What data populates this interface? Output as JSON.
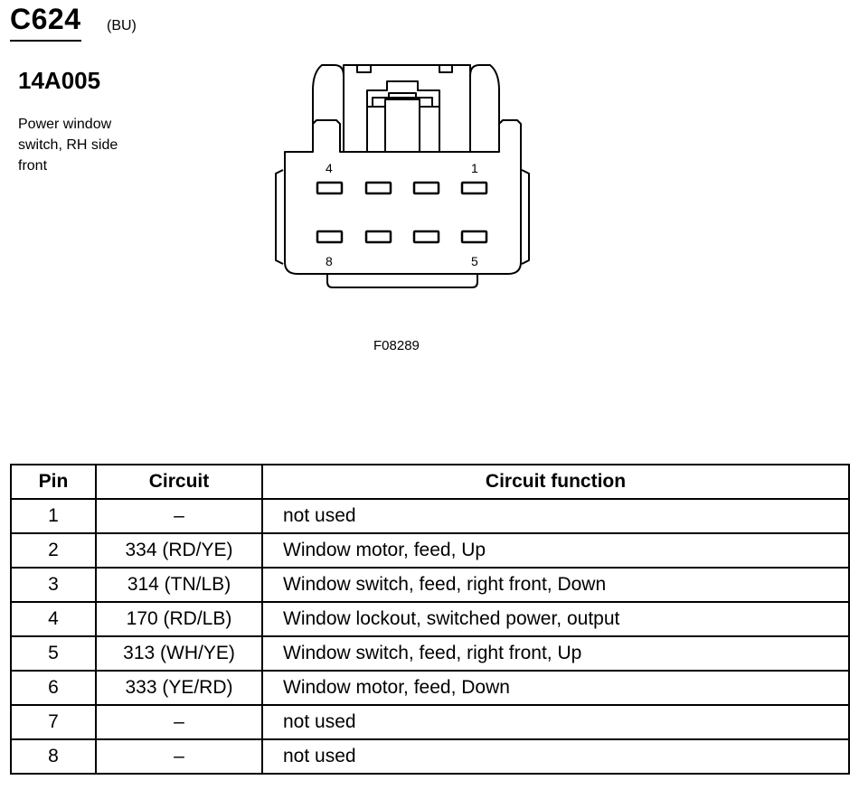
{
  "header": {
    "connector_id": "C624",
    "color_code": "(BU)",
    "part_number": "14A005",
    "description": "Power window switch, RH side front"
  },
  "figure": {
    "code": "F08289",
    "pin_labels": {
      "top_left": "4",
      "top_right": "1",
      "bottom_left": "8",
      "bottom_right": "5"
    }
  },
  "table": {
    "headers": {
      "pin": "Pin",
      "circuit": "Circuit",
      "function": "Circuit function"
    },
    "rows": [
      {
        "pin": "1",
        "circuit": "–",
        "function": "not used"
      },
      {
        "pin": "2",
        "circuit": "334 (RD/YE)",
        "function": "Window motor, feed, Up"
      },
      {
        "pin": "3",
        "circuit": "314 (TN/LB)",
        "function": "Window switch, feed, right front, Down"
      },
      {
        "pin": "4",
        "circuit": "170 (RD/LB)",
        "function": "Window lockout, switched power, output"
      },
      {
        "pin": "5",
        "circuit": "313 (WH/YE)",
        "function": "Window switch, feed, right front, Up"
      },
      {
        "pin": "6",
        "circuit": "333 (YE/RD)",
        "function": "Window motor, feed, Down"
      },
      {
        "pin": "7",
        "circuit": "–",
        "function": "not used"
      },
      {
        "pin": "8",
        "circuit": "–",
        "function": "not used"
      }
    ]
  }
}
